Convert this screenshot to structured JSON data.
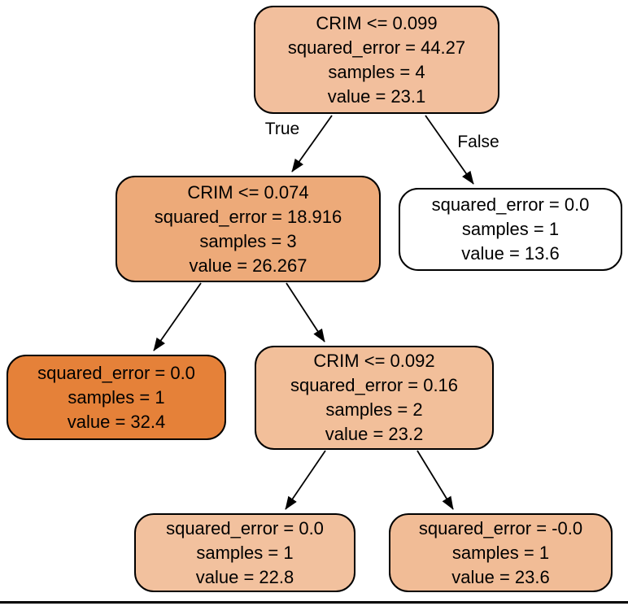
{
  "diagram": {
    "type": "decision-tree-regressor-plot",
    "feature_name": "CRIM",
    "edge_labels": {
      "true_label": "True",
      "false_label": "False"
    },
    "nodes": [
      {
        "id": "root",
        "lines": [
          "CRIM <= 0.099",
          "squared_error = 44.27",
          "samples = 4",
          "value = 23.1"
        ],
        "fill": "#f2bf9d"
      },
      {
        "id": "left-internal",
        "lines": [
          "CRIM <= 0.074",
          "squared_error = 18.916",
          "samples = 3",
          "value = 26.267"
        ],
        "fill": "#edaa79"
      },
      {
        "id": "right-leaf",
        "lines": [
          "squared_error = 0.0",
          "samples = 1",
          "value = 13.6"
        ],
        "fill": "#ffffff"
      },
      {
        "id": "left-left-leaf",
        "lines": [
          "squared_error = 0.0",
          "samples = 1",
          "value = 32.4"
        ],
        "fill": "#e58139"
      },
      {
        "id": "mid-internal",
        "lines": [
          "CRIM <= 0.092",
          "squared_error = 0.16",
          "samples = 2",
          "value = 23.2"
        ],
        "fill": "#f2bf9a"
      },
      {
        "id": "leaf-value-22-8",
        "lines": [
          "squared_error = 0.0",
          "samples = 1",
          "value = 22.8"
        ],
        "fill": "#f2c19e"
      },
      {
        "id": "leaf-value-23-6",
        "lines": [
          "squared_error = -0.0",
          "samples = 1",
          "value = 23.6"
        ],
        "fill": "#f1bc96"
      }
    ]
  }
}
